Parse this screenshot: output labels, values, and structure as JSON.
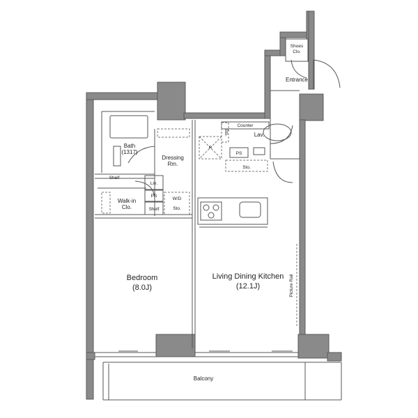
{
  "rooms": {
    "entrance": "Entrance",
    "shoes_clo_line1": "Shoes",
    "shoes_clo_line2": "Clo.",
    "bath_line1": "Bath",
    "bath_line2": "(1317)",
    "dressing_line1": "Dressing",
    "dressing_line2": "Rm.",
    "counter": "Counter",
    "sto_vertical": "Sto.",
    "lav": "Lav.",
    "r": "R",
    "ps_top": "PS",
    "sto_top": "Sto.",
    "shelf_left": "Shelf",
    "lin": "Lin.",
    "ps_mid": "PS",
    "wd": "W/D",
    "walkin_line1": "Walk-in",
    "walkin_line2": "Clo.",
    "shelf_mid": "Shelf",
    "sto_mid": "Sto.",
    "bedroom_line1": "Bedroom",
    "bedroom_line2": "(8.0J)",
    "ldk_line1": "Living Dining Kitchen",
    "ldk_line2": "(12.1J)",
    "picture_rail": "Picture Rail",
    "balcony": "Balcony"
  }
}
